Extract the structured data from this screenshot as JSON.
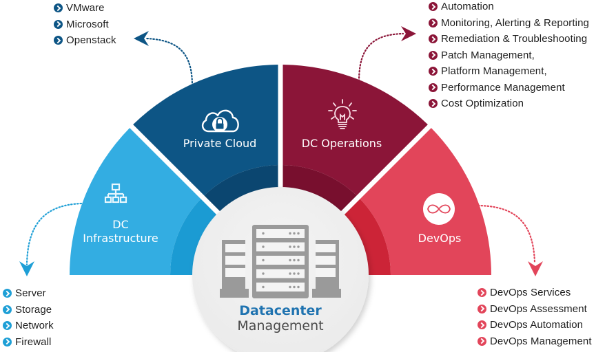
{
  "center": {
    "title": "Datacenter",
    "subtitle": "Management",
    "icon": "server-rack-icon"
  },
  "segments": [
    {
      "id": "dc-infrastructure",
      "label_lines": [
        "DC",
        "Infrastructure"
      ],
      "icon": "network-hierarchy-icon",
      "color": "#33ade2",
      "inner_color": "#1b9bd3",
      "items": [
        "Server",
        "Storage",
        "Network",
        "Firewall"
      ]
    },
    {
      "id": "private-cloud",
      "label_lines": [
        "Private Cloud"
      ],
      "icon": "cloud-lock-icon",
      "color": "#0d5585",
      "inner_color": "#0b4670",
      "items": [
        "VMware",
        "Microsoft",
        "Openstack"
      ]
    },
    {
      "id": "dc-operations",
      "label_lines": [
        "DC Operations"
      ],
      "icon": "lightbulb-icon",
      "color": "#8b1538",
      "inner_color": "#780f2e",
      "items": [
        "Automation",
        "Monitoring, Alerting & Reporting",
        "Remediation & Troubleshooting",
        "Patch Management,",
        "Platform Management,",
        "Performance Management",
        "Cost Optimization"
      ]
    },
    {
      "id": "devops",
      "label_lines": [
        "DevOps"
      ],
      "icon": "infinity-icon",
      "color": "#e2455a",
      "inner_color": "#cc2437",
      "items": [
        "DevOps Services",
        "DevOps Assessment",
        "DevOps Automation",
        "DevOps Management"
      ]
    }
  ]
}
